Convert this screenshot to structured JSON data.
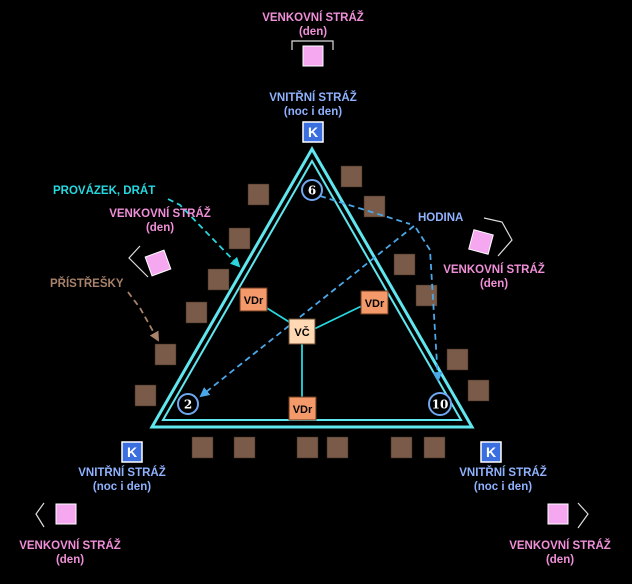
{
  "outer_guard": {
    "title": "VENKOVNÍ STRÁŽ",
    "sub": "(den)"
  },
  "inner_guard": {
    "title": "VNITŘNÍ STRÁŽ",
    "sub": "(noc i den)",
    "marker": "K"
  },
  "labels": {
    "cord": "PROVÁZEK, DRÁT",
    "shelters": "PŘÍSTŘEŠKY",
    "hour": "HODINA"
  },
  "center_box": "VČ",
  "side_box": "VDr",
  "hours": {
    "top": "6",
    "left": "2",
    "right": "10"
  },
  "colors": {
    "triangle": "#5fe6ee",
    "outer_guard_box": "#f5a8f0",
    "inner_guard_marker": "#3b6fe0",
    "shelter": "#7a5a48",
    "center_box": "#ffd9b3",
    "side_box": "#f49a6a",
    "dashed_arrow": "#4aa7e8",
    "cord_arrow": "#2ad4dc",
    "shelter_arrow": "#a8826a"
  }
}
